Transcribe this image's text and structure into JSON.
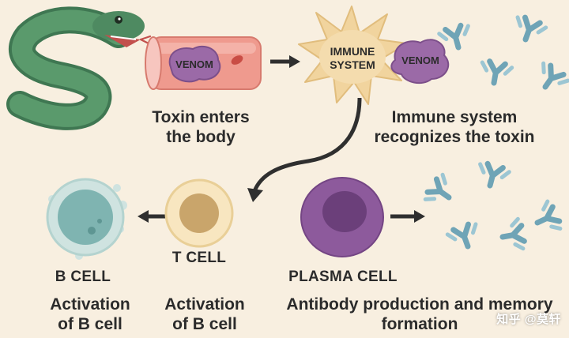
{
  "diagram": {
    "labels": {
      "venom_tube": "VENOM",
      "immune_system": [
        "IMMUNE",
        "SYSTEM"
      ],
      "venom_blob": "VENOM"
    },
    "captions": {
      "step1": [
        "Toxin enters",
        "the body"
      ],
      "step2": [
        "Immune system",
        "recognizes the toxin"
      ],
      "b_cell_label": "B CELL",
      "t_cell_label": "T CELL",
      "plasma_cell_label": "PLASMA CELL",
      "b_activation": [
        "Activation",
        "of B cell"
      ],
      "t_activation": [
        "Activation",
        "of B cell"
      ],
      "antibody": [
        "Antibody production and memory",
        "formation"
      ]
    },
    "watermark": "知乎 @莫轩"
  },
  "colors": {
    "background": "#f8efe0",
    "snake": "#4e8a61",
    "vessel": "#ef9a8e",
    "venom": "#9b6aa7",
    "immune_cell": "#f1d49e",
    "antibody": "#6fa4b6",
    "b_cell": "#7fb4b1",
    "t_cell": "#e7c489",
    "plasma_cell": "#8d5a9c",
    "arrow": "#2f2f2f"
  }
}
